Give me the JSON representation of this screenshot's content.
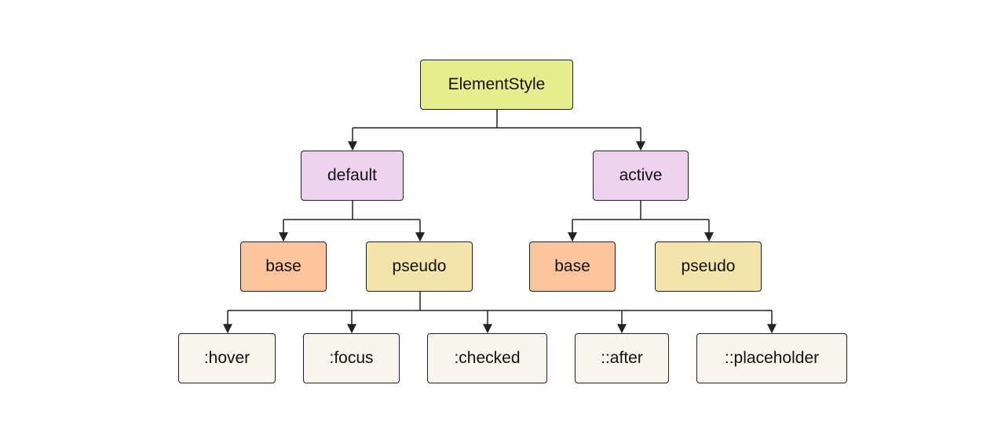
{
  "tree": {
    "root": {
      "label": "ElementStyle"
    },
    "default": {
      "label": "default",
      "base": {
        "label": "base"
      },
      "pseudo": {
        "label": "pseudo",
        "children": [
          {
            "label": ":hover"
          },
          {
            "label": ":focus"
          },
          {
            "label": ":checked"
          },
          {
            "label": "::after"
          },
          {
            "label": "::placeholder"
          }
        ]
      }
    },
    "active": {
      "label": "active",
      "base": {
        "label": "base"
      },
      "pseudo": {
        "label": "pseudo"
      }
    }
  },
  "colors": {
    "root": "#e6ee8c",
    "branch": "#edd3ee",
    "base": "#fcc59c",
    "pseudo": "#f3e5a9",
    "leaf": "#f8f5ec",
    "line": "#222222"
  }
}
